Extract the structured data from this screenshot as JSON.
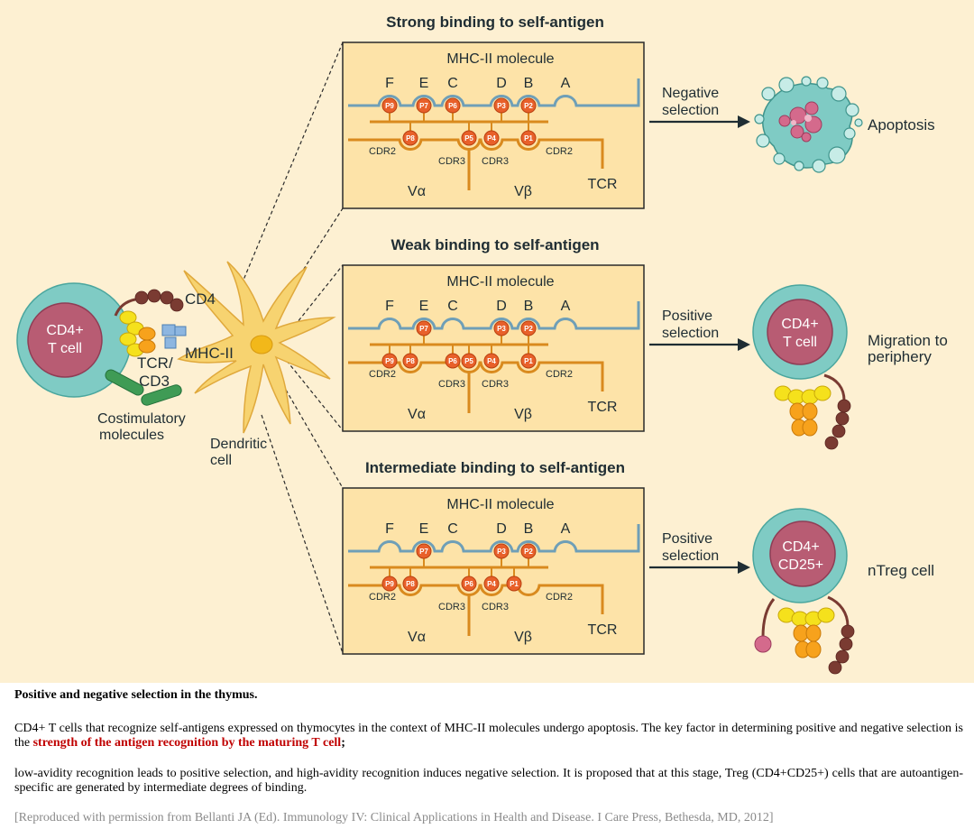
{
  "panels": [
    {
      "title": "Strong binding to self-antigen",
      "mhc_label": "MHC-II molecule",
      "pockets": [
        "F",
        "E",
        "C",
        "D",
        "B",
        "A"
      ],
      "peptide_top": [
        "P9",
        "P7",
        "P6",
        "P3",
        "P2"
      ],
      "peptide_bottom": [
        "P8",
        "P5",
        "P4",
        "P1"
      ],
      "cdr": [
        "CDR2",
        "CDR3",
        "CDR3",
        "CDR2"
      ],
      "chains": [
        "Vα",
        "Vβ"
      ],
      "tcr": "TCR",
      "selection": [
        "Negative",
        "selection"
      ],
      "outcome": [
        "Apoptosis"
      ]
    },
    {
      "title": "Weak binding to self-antigen",
      "mhc_label": "MHC-II molecule",
      "pockets": [
        "F",
        "E",
        "C",
        "D",
        "B",
        "A"
      ],
      "peptide_top": [
        "P7",
        "P3",
        "P2"
      ],
      "peptide_bottom": [
        "P9",
        "P8",
        "P6",
        "P4",
        "P5",
        "P1"
      ],
      "cdr": [
        "CDR2",
        "CDR3",
        "CDR3",
        "CDR2"
      ],
      "chains": [
        "Vα",
        "Vβ"
      ],
      "tcr": "TCR",
      "selection": [
        "Positive",
        "selection"
      ],
      "outcome": [
        "Migration to",
        "periphery"
      ],
      "cell_label": [
        "CD4+",
        "T cell"
      ]
    },
    {
      "title": "Intermediate binding to self-antigen",
      "mhc_label": "MHC-II molecule",
      "pockets": [
        "F",
        "E",
        "C",
        "D",
        "B",
        "A"
      ],
      "peptide_top": [
        "P7",
        "P3",
        "P2"
      ],
      "peptide_bottom": [
        "P9",
        "P8",
        "P6",
        "P4",
        "P1"
      ],
      "cdr": [
        "CDR2",
        "CDR3",
        "CDR3",
        "CDR2"
      ],
      "chains": [
        "Vα",
        "Vβ"
      ],
      "tcr": "TCR",
      "selection": [
        "Positive",
        "selection"
      ],
      "outcome": [
        "nTreg cell"
      ],
      "cell_label": [
        "CD4+",
        "CD25+"
      ]
    }
  ],
  "left": {
    "tcell": [
      "CD4+",
      "T cell"
    ],
    "cd4": "CD4",
    "mhc": "MHC-II",
    "tcr": [
      "TCR/",
      "CD3"
    ],
    "costim": [
      "Costimulatory",
      "molecules"
    ],
    "dendritic": [
      "Dendritic",
      "cell"
    ]
  },
  "caption": {
    "title": "Positive and negative selection in the thymus.",
    "p1_before": "CD4+ T cells that recognize self-antigens expressed on thymocytes in the context of MHC-II molecules undergo apoptosis. The key factor in determining positive and negative selection is the ",
    "p1_highlight": "strength of the antigen recognition by the maturing T cell",
    "p1_after": ";",
    "p2": "low-avidity recognition leads to positive selection, and high-avidity recognition induces negative selection. It is proposed that at this stage, Treg (CD4+CD25+) cells that are autoantigen-specific are generated by intermediate degrees of binding.",
    "source": "[Reproduced with permission from Bellanti JA (Ed). Immunology IV: Clinical Applications in Health and Disease. I Care Press, Bethesda, MD, 2012]"
  },
  "colors": {
    "background": "#fdf0d2",
    "panel": "#fde3a8",
    "mhc_strand": "#6f9fb7",
    "tcr_strand": "#d98a1e",
    "peptide": "#e8602a",
    "cell_outer": "#7fcbc4",
    "nucleus": "#b85c73",
    "highlight": "#c00000"
  }
}
